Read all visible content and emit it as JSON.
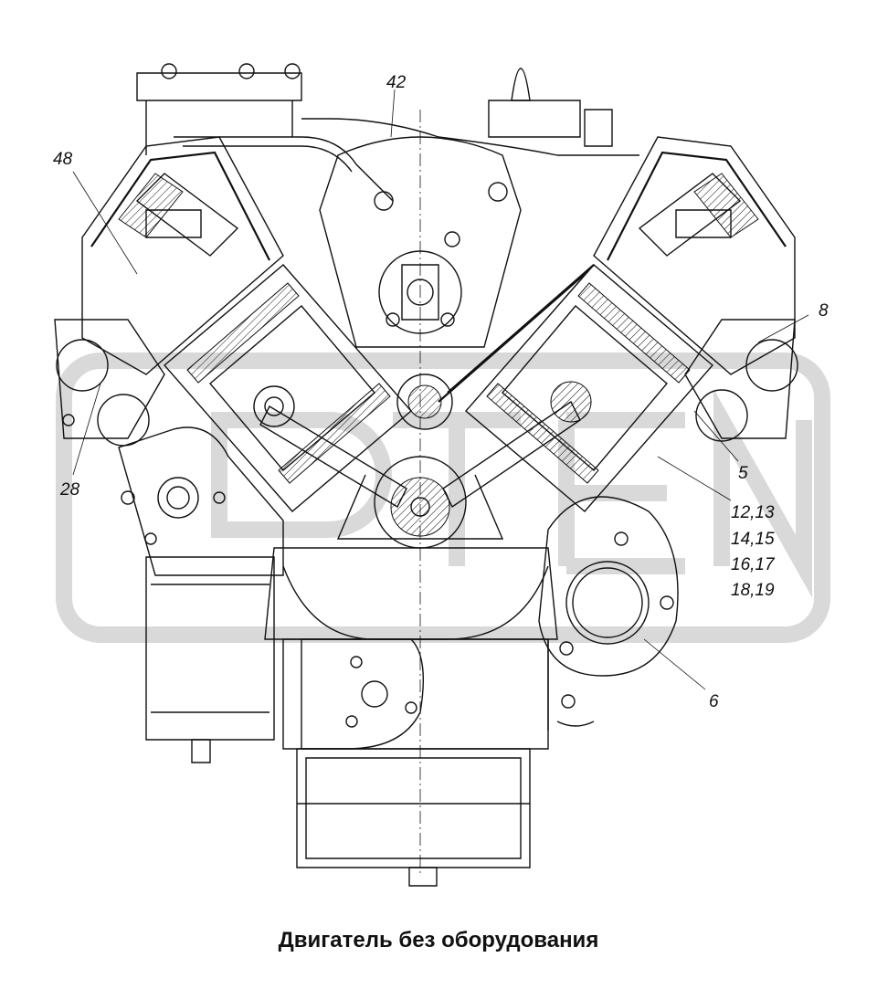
{
  "caption": "Двигатель без оборудования",
  "callouts": [
    {
      "id": "c42",
      "text": "42"
    },
    {
      "id": "c48",
      "text": "48"
    },
    {
      "id": "c8",
      "text": "8"
    },
    {
      "id": "c28",
      "text": "28"
    },
    {
      "id": "c5",
      "text": "5"
    },
    {
      "id": "c12",
      "text": "12,13"
    },
    {
      "id": "c14",
      "text": "14,15"
    },
    {
      "id": "c16",
      "text": "16,17"
    },
    {
      "id": "c18",
      "text": "18,19"
    },
    {
      "id": "c6",
      "text": "6"
    }
  ]
}
